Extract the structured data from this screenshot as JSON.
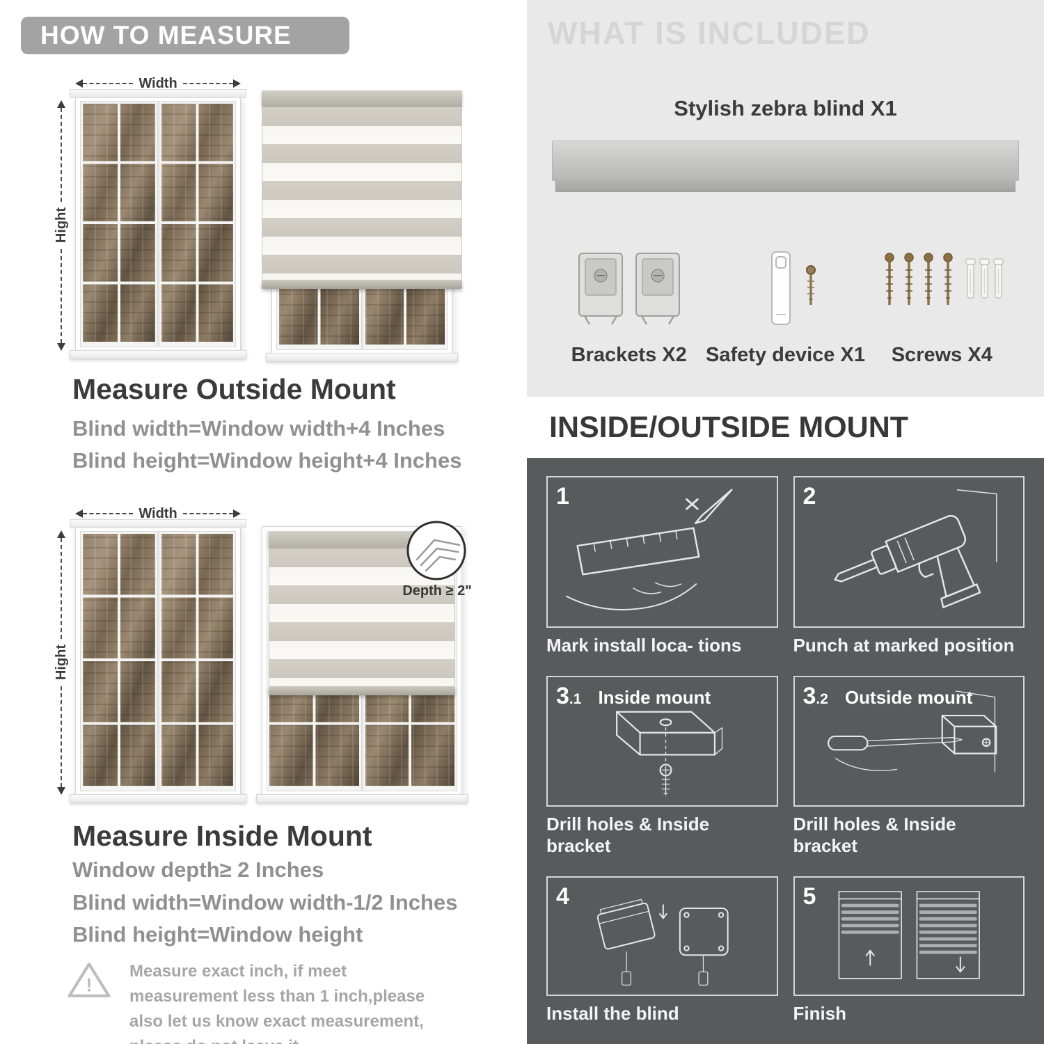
{
  "colors": {
    "banner_gray": "#a3a3a3",
    "light_gray_bg": "#e9e9e9",
    "dark_gray_bg": "#595a5c",
    "heading_dark": "#3b3b3b",
    "body_gray": "#909090",
    "included_header_gray": "#d5d5d5"
  },
  "left": {
    "header": "HOW TO MEASURE",
    "labels": {
      "width": "Width",
      "height": "Hight"
    },
    "outside": {
      "title": "Measure Outside Mount",
      "line1": "Blind width=Window width+4 Inches",
      "line2": "Blind height=Window height+4 Inches"
    },
    "inside": {
      "title": "Measure Inside Mount",
      "depth_badge": "Depth ≥ 2\"",
      "line1": "Window depth≥ 2 Inches",
      "line2": "Blind width=Window width-1/2 Inches",
      "line3": "Blind height=Window height"
    },
    "warning_mark": "!",
    "warning_text": "Measure exact inch, if meet measurement less than 1 inch,please also let us know exact measurement, please do not leave it"
  },
  "right": {
    "included": {
      "header": "WHAT IS INCLUDED",
      "blind_label": "Stylish zebra blind X1",
      "items": [
        {
          "label": "Brackets X2",
          "icon": "brackets-icon"
        },
        {
          "label": "Safety device X1",
          "icon": "safety-device-icon"
        },
        {
          "label": "Screws X4",
          "icon": "screws-icon"
        }
      ]
    },
    "mount": {
      "header": "INSIDE/OUTSIDE MOUNT",
      "steps": [
        {
          "num": "1",
          "sub": "",
          "title": "",
          "caption": "Mark install loca- tions"
        },
        {
          "num": "2",
          "sub": "",
          "title": "",
          "caption": "Punch at  marked position"
        },
        {
          "num": "3",
          "sub": ".1",
          "title": "Inside mount",
          "caption": "Drill holes &  Inside bracket"
        },
        {
          "num": "3",
          "sub": ".2",
          "title": "Outside mount",
          "caption": "Drill holes &  Inside bracket"
        },
        {
          "num": "4",
          "sub": "",
          "title": "",
          "caption": "Install the blind"
        },
        {
          "num": "5",
          "sub": "",
          "title": "",
          "caption": "Finish"
        }
      ]
    }
  }
}
